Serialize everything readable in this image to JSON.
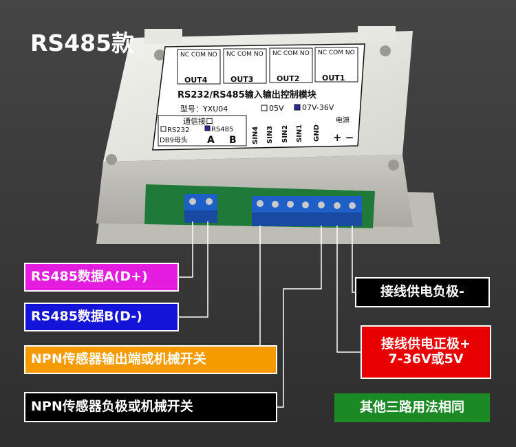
{
  "title": "RS485款",
  "module": {
    "relay_pins": "NC COM NO",
    "outputs": [
      "OUT4",
      "OUT3",
      "OUT2",
      "OUT1"
    ],
    "heading": "RS232/RS485输入输出控制模块",
    "model": "型号：YXU04",
    "voltage_options": [
      "05V",
      "07V-36V"
    ],
    "comm_label": "通信接口",
    "comm_options": [
      "RS232",
      "RS485"
    ],
    "db9": "DB9母头",
    "terminal_ab": [
      "A",
      "B"
    ],
    "inputs": [
      "SIN4",
      "SIN3",
      "SIN2",
      "SIN1",
      "GND"
    ],
    "power_label": "电源",
    "power_polarity": "+ −"
  },
  "callouts": {
    "rs485_a": "RS485数据A(D+)",
    "rs485_b": "RS485数据B(D-)",
    "npn_output": "NPN传感器输出端或机械开关",
    "npn_negative": "NPN传感器负极或机械开关",
    "power_negative": "接线供电负极-",
    "power_positive_line1": "接线供电正极+",
    "power_positive_line2": "7-36V或5V",
    "same_usage": "其他三路用法相同"
  },
  "colors": {
    "magenta": "#e31ce0",
    "blue": "#1414d8",
    "orange": "#f59a00",
    "red": "#e80000",
    "green": "#1b8a24",
    "black": "#000000"
  }
}
